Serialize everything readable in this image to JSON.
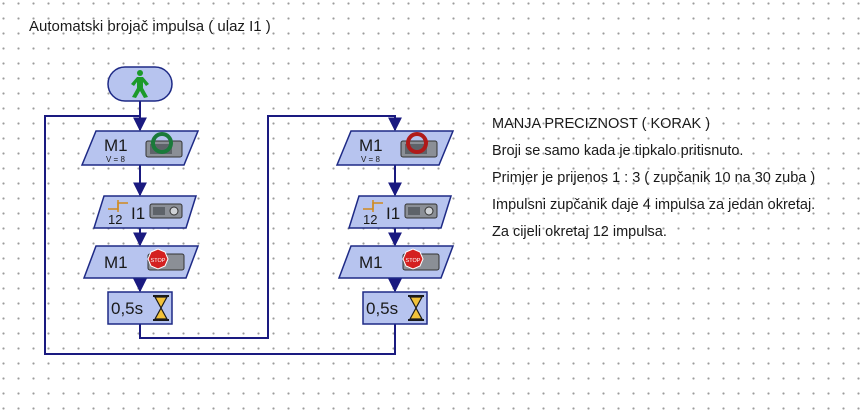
{
  "title": "Automatski brojač impulsa ( ulaz I1 )",
  "colors": {
    "block_fill": "#b7c4ef",
    "block_border": "#1e2a86",
    "line": "#1a1a80",
    "start_arrow": "#1c9a2a"
  },
  "program": {
    "start": {
      "icon": "start-man-icon"
    },
    "left_column": {
      "motor_on": {
        "motor": "M1",
        "speed": "V = 8",
        "icon": "motor-ccw-icon"
      },
      "counter": {
        "count": "12",
        "input": "I1",
        "icon": "pulse-counter-icon"
      },
      "motor_stop": {
        "motor": "M1",
        "icon": "stop-sign-icon"
      },
      "delay": {
        "time": "0,5s",
        "icon": "hourglass-icon"
      }
    },
    "right_column": {
      "motor_on": {
        "motor": "M1",
        "speed": "V = 8",
        "icon": "motor-cw-icon"
      },
      "counter": {
        "count": "12",
        "input": "I1",
        "icon": "pulse-counter-icon"
      },
      "motor_stop": {
        "motor": "M1",
        "icon": "stop-sign-icon"
      },
      "delay": {
        "time": "0,5s",
        "icon": "hourglass-icon"
      }
    }
  },
  "notes": [
    "MANJA PRECIZNOST ( KORAK )",
    "Broji se samo kada je tipkalo pritisnuto.",
    "Primjer je prijenos 1 : 3 ( zupčanik 10 na 30 zuba )",
    "Impulsni zupčanik daje 4 impulsa za jedan okretaj.",
    "Za cijeli okretaj 12 impulsa."
  ]
}
